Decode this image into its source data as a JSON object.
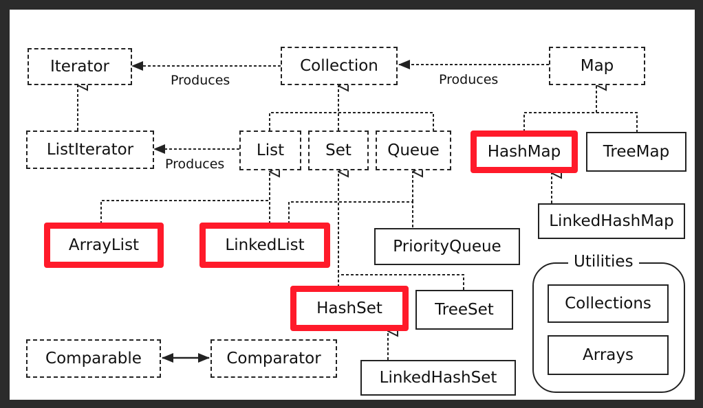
{
  "nodes": {
    "iterator": "Iterator",
    "collection": "Collection",
    "map": "Map",
    "list_iterator": "ListIterator",
    "list": "List",
    "set": "Set",
    "queue": "Queue",
    "hash_map": "HashMap",
    "tree_map": "TreeMap",
    "linked_hash_map": "LinkedHashMap",
    "array_list": "ArrayList",
    "linked_list": "LinkedList",
    "priority_queue": "PriorityQueue",
    "hash_set": "HashSet",
    "tree_set": "TreeSet",
    "linked_hash_set": "LinkedHashSet",
    "comparable": "Comparable",
    "comparator": "Comparator"
  },
  "edge_labels": {
    "collection_produces": "Produces",
    "map_produces": "Produces",
    "list_produces": "Produces"
  },
  "utilities": {
    "title": "Utilities",
    "collections": "Collections",
    "arrays": "Arrays"
  },
  "colors": {
    "highlight": "#ff1a2a",
    "line": "#222222",
    "background": "#ffffff",
    "frame": "#2b2b2b"
  }
}
